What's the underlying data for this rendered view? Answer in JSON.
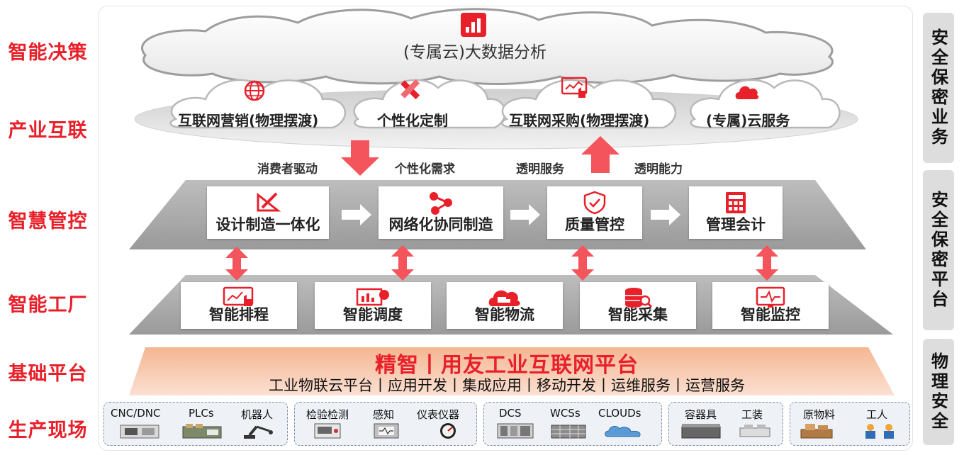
{
  "layers": {
    "decision": "智能决策",
    "industry": "产业互联",
    "control": "智慧管控",
    "factory": "智能工厂",
    "platform": "基础平台",
    "field": "生产现场"
  },
  "sidebar": {
    "business": "安全保密业务",
    "platform": "安全保密平台",
    "physical": "物理安全"
  },
  "cloud_analysis": "(专属云)大数据分析",
  "industry_items": [
    "互联网营销(物理摆渡)",
    "个性化定制",
    "互联网采购(物理摆渡)",
    "(专属)云服务"
  ],
  "flow_labels": [
    "消费者驱动",
    "个性化需求",
    "透明服务",
    "透明能力"
  ],
  "control_items": [
    "设计制造一体化",
    "网络化协同制造",
    "质量管控",
    "管理会计"
  ],
  "factory_items": [
    "智能排程",
    "智能调度",
    "智能物流",
    "智能采集",
    "智能监控"
  ],
  "platform": {
    "title": "精智丨用友工业互联网平台",
    "services": "工业物联云平台丨应用开发丨集成应用丨移动开发丨运维服务丨运营服务"
  },
  "field_groups": [
    [
      "CNC/DNC",
      "PLCs",
      "机器人"
    ],
    [
      "检验检测",
      "感知",
      "仪表仪器"
    ],
    [
      "DCS",
      "WCSs",
      "CLOUDs"
    ],
    [
      "容器具",
      "工装"
    ],
    [
      "原物料",
      "工人"
    ]
  ],
  "colors": {
    "accent": "#e8202a",
    "salmon": "#f5b08e",
    "gray_band": "#a6a6a6"
  },
  "icons": {
    "cloud_analysis": "bar-chart-icon",
    "industry": [
      "globe-icon",
      "ruler-pencil-icon",
      "touch-screen-icon",
      "cloud-icon"
    ],
    "control": [
      "drafting-icon",
      "network-share-icon",
      "shield-check-icon",
      "calculator-icon"
    ],
    "factory": [
      "schedule-screen-icon",
      "dispatch-chart-icon",
      "truck-cloud-icon",
      "database-search-icon",
      "monitor-pulse-icon"
    ]
  }
}
